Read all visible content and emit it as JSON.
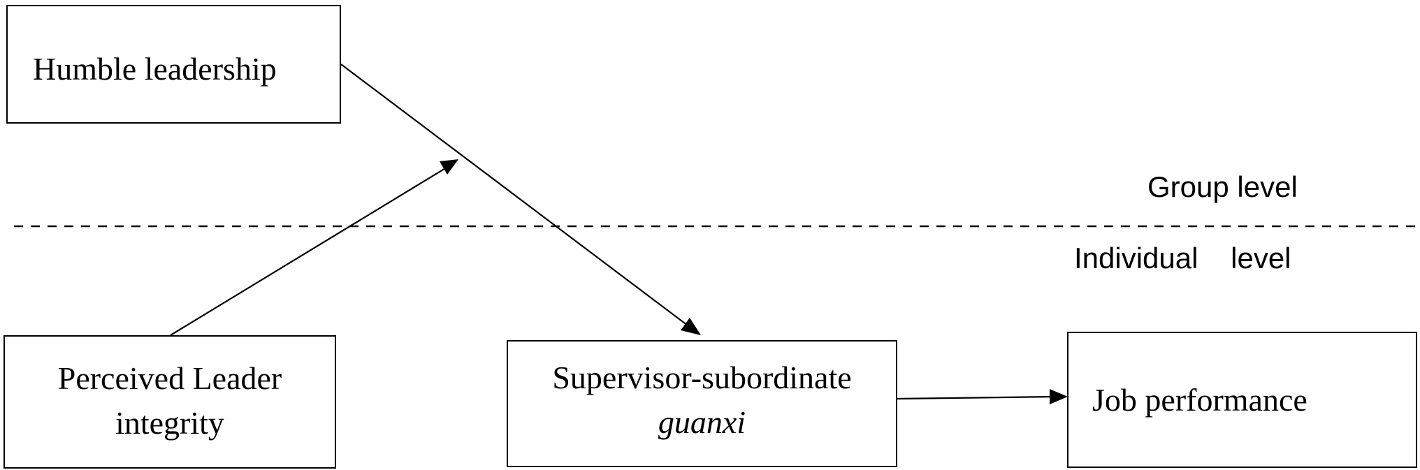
{
  "nodes": {
    "humble_leadership": {
      "label": "Humble leadership"
    },
    "leader_integrity": {
      "line1": "Perceived Leader",
      "line2": "integrity"
    },
    "guanxi": {
      "line1": "Supervisor-subordinate",
      "line2": "guanxi"
    },
    "job_performance": {
      "label": "Job performance"
    }
  },
  "levels": {
    "group": "Group level",
    "individual": "Individual    level"
  }
}
